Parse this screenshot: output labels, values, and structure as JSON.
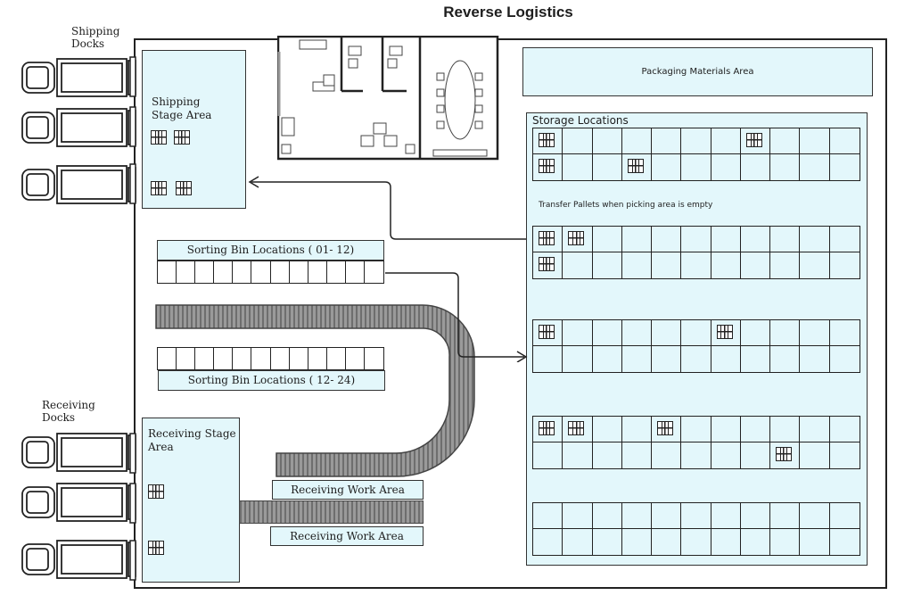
{
  "title": "Reverse Logistics",
  "docks": {
    "shipping_label": "Shipping\nDocks",
    "receiving_label": "Receiving\nDocks"
  },
  "zones": {
    "shipping_stage": "Shipping\nStage Area",
    "receiving_stage": "Receiving Stage\nArea",
    "packaging": "Packaging Materials Area",
    "storage": "Storage Locations",
    "transfer_note": "Transfer Pallets when picking area is empty",
    "sorting_bins_top": "Sorting Bin Locations ( 01- 12)",
    "sorting_bins_bottom": "Sorting Bin Locations ( 12- 24)",
    "receiving_work_1": "Receiving Work Area",
    "receiving_work_2": "Receiving Work Area"
  },
  "colors": {
    "zone_fill": "#e3f7fb",
    "stroke": "#222222",
    "conveyor": "#8a8a8a"
  },
  "icons": {
    "pallet": "pallet-icon",
    "truck": "truck-icon",
    "arrow": "arrow-icon"
  }
}
